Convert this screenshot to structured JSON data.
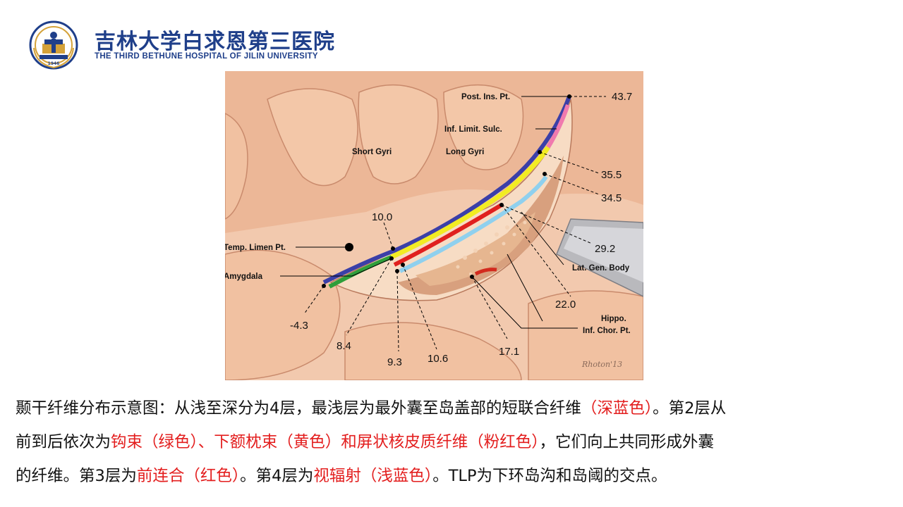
{
  "header": {
    "hospital_name_cn": "吉林大学白求恩第三医院",
    "hospital_name_en": "THE THIRD BETHUNE HOSPITAL OF JILIN UNIVERSITY",
    "seal_year": "1946",
    "seal_text_en": "THE THIRD BETHUNE HOSPITAL OF JILIN UNIVERSITY"
  },
  "figure": {
    "region_labels": {
      "short_gyri": "Short Gyri",
      "long_gyri": "Long Gyri"
    },
    "left_labels": {
      "temp_limen": "Temp. Limen Pt.",
      "amygdala": "Amygdala"
    },
    "right_labels": {
      "post_ins": "Post. Ins. Pt.",
      "inf_limit": "Inf. Limit. Sulc.",
      "lat_gen": "Lat. Gen. Body",
      "hippo": "Hippo.",
      "inf_chor": "Inf. Chor. Pt."
    },
    "measurements": {
      "m_43_7": "43.7",
      "m_35_5": "35.5",
      "m_34_5": "34.5",
      "m_29_2": "29.2",
      "m_22_0": "22.0",
      "m_10_0": "10.0",
      "m_neg4_3": "-4.3",
      "m_8_4": "8.4",
      "m_9_3": "9.3",
      "m_10_6": "10.6",
      "m_17_1": "17.1"
    },
    "signature": "Rhoton'13",
    "layer_colors": {
      "deep_blue": "#3b3fa8",
      "green": "#2e9e3a",
      "yellow": "#f2ec23",
      "pink": "#f07aae",
      "red": "#e0201e",
      "light_blue": "#8fd0ee"
    }
  },
  "caption": {
    "line1_a": "颞干纤维分布示意图：从浅至深分为4层，最浅层为最外囊至岛盖部的短联合纤维",
    "line1_hl": "（深蓝色）",
    "line1_b": "。第2层从",
    "line2_a": "前到后依次为",
    "line2_hl1": "钩束（绿色）、下额枕束（黄色）和屏状核皮质纤维（粉红色）",
    "line2_b": "，它们向上共同形成外囊",
    "line3_a": "的纤维。第3层为",
    "line3_hl1": "前连合（红色）",
    "line3_b": "。第4层为",
    "line3_hl2": "视辐射（浅蓝色）",
    "line3_c": "。TLP为下环岛沟和岛阈的交点。"
  }
}
